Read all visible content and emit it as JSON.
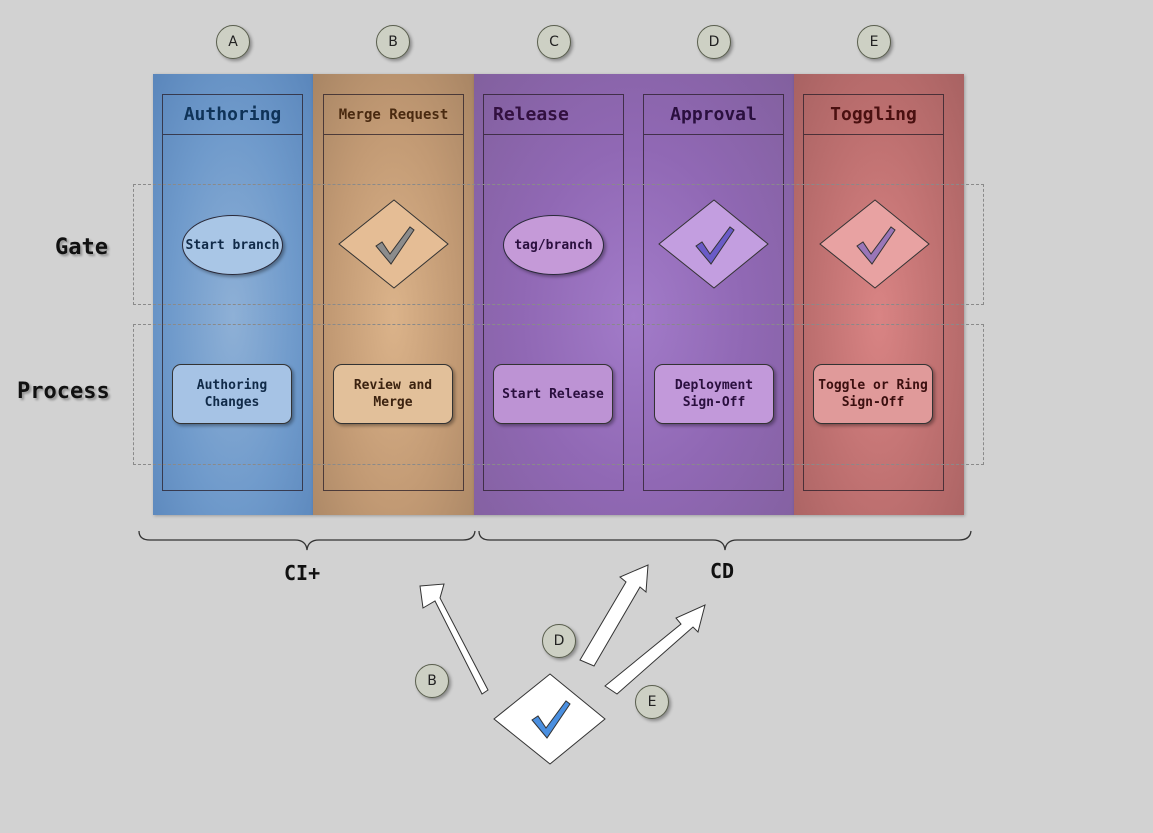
{
  "columns": [
    {
      "letter": "A",
      "title": "Authoring",
      "gate": "Start branch",
      "process": "Authoring Changes"
    },
    {
      "letter": "B",
      "title": "Merge Request",
      "process": "Review and Merge"
    },
    {
      "letter": "C",
      "title": "Release",
      "gate": "tag/branch",
      "process": "Start Release"
    },
    {
      "letter": "D",
      "title": "Approval",
      "process": "Deployment Sign-Off"
    },
    {
      "letter": "E",
      "title": "Toggling",
      "process": "Toggle or Ring Sign-Off"
    }
  ],
  "rows": {
    "gate": "Gate",
    "process": "Process"
  },
  "phases": {
    "ci": "CI+",
    "cd": "CD"
  },
  "arrows": [
    "B",
    "D",
    "E"
  ],
  "colors": {
    "authoring": "#6f9acb",
    "merge_request": "#c29a74",
    "release_approval": "#9068b4",
    "toggling": "#be7070",
    "background": "#d2d2d2"
  }
}
